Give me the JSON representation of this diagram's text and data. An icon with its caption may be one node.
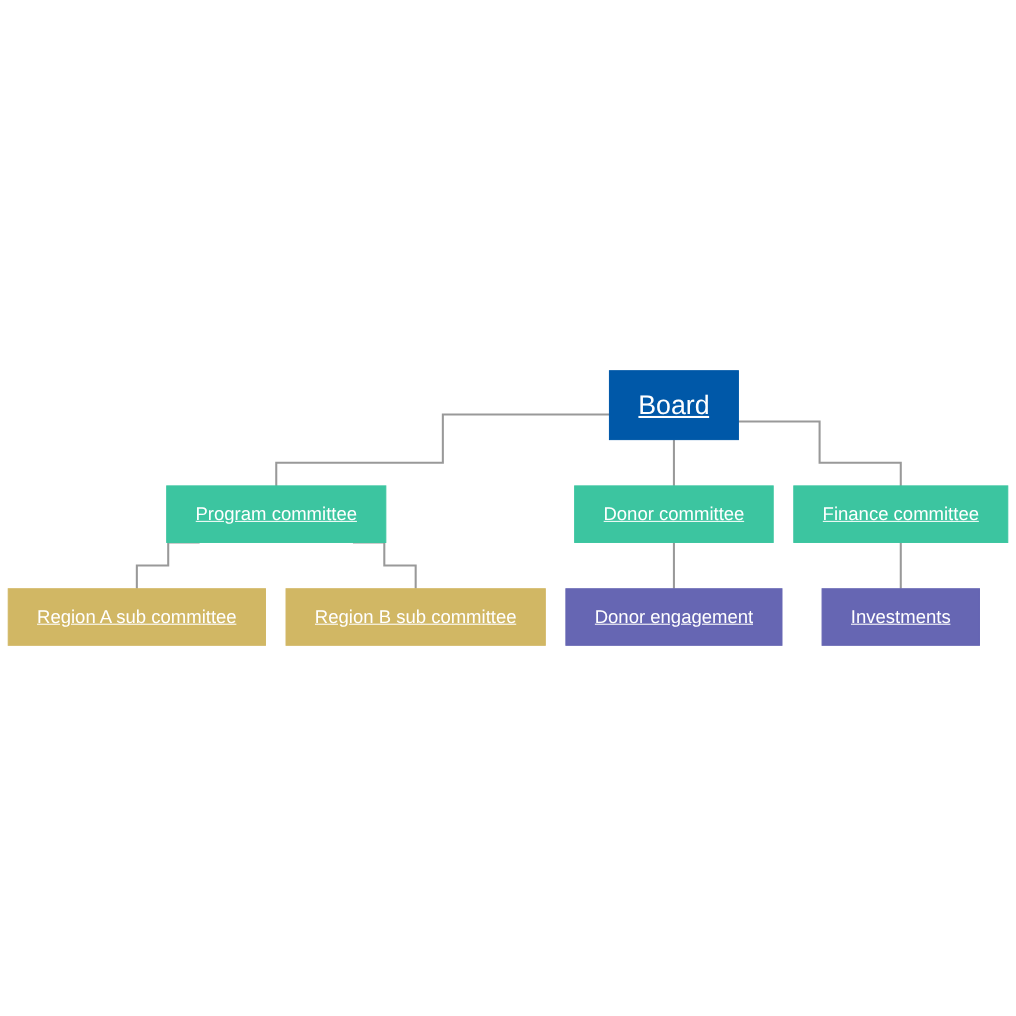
{
  "diagram": {
    "nodes": [
      {
        "text": [
          "Board"
        ]
      },
      {
        "text": [
          "Program committee"
        ]
      },
      {
        "text": [
          "Donor committee"
        ]
      },
      {
        "text": [
          "Finance committee"
        ]
      },
      {
        "text": [
          "Donor engagement"
        ]
      },
      {
        "text": [
          "Investments"
        ]
      },
      {
        "text": [
          "Region A sub committee"
        ]
      },
      {
        "text": [
          "Region B sub committee"
        ]
      }
    ],
    "edges": [
      {
        "from": 0,
        "to": 1,
        "arrow": "none"
      },
      {
        "from": 0,
        "to": 2,
        "arrow": "none"
      },
      {
        "from": 0,
        "to": 3,
        "arrow": "none"
      },
      {
        "from": 2,
        "to": 4,
        "arrow": "none"
      },
      {
        "from": 3,
        "to": 5,
        "arrow": "none"
      },
      {
        "from": 1,
        "to": 6,
        "arrow": "none"
      },
      {
        "from": 1,
        "to": 7,
        "arrow": "none"
      }
    ]
  }
}
